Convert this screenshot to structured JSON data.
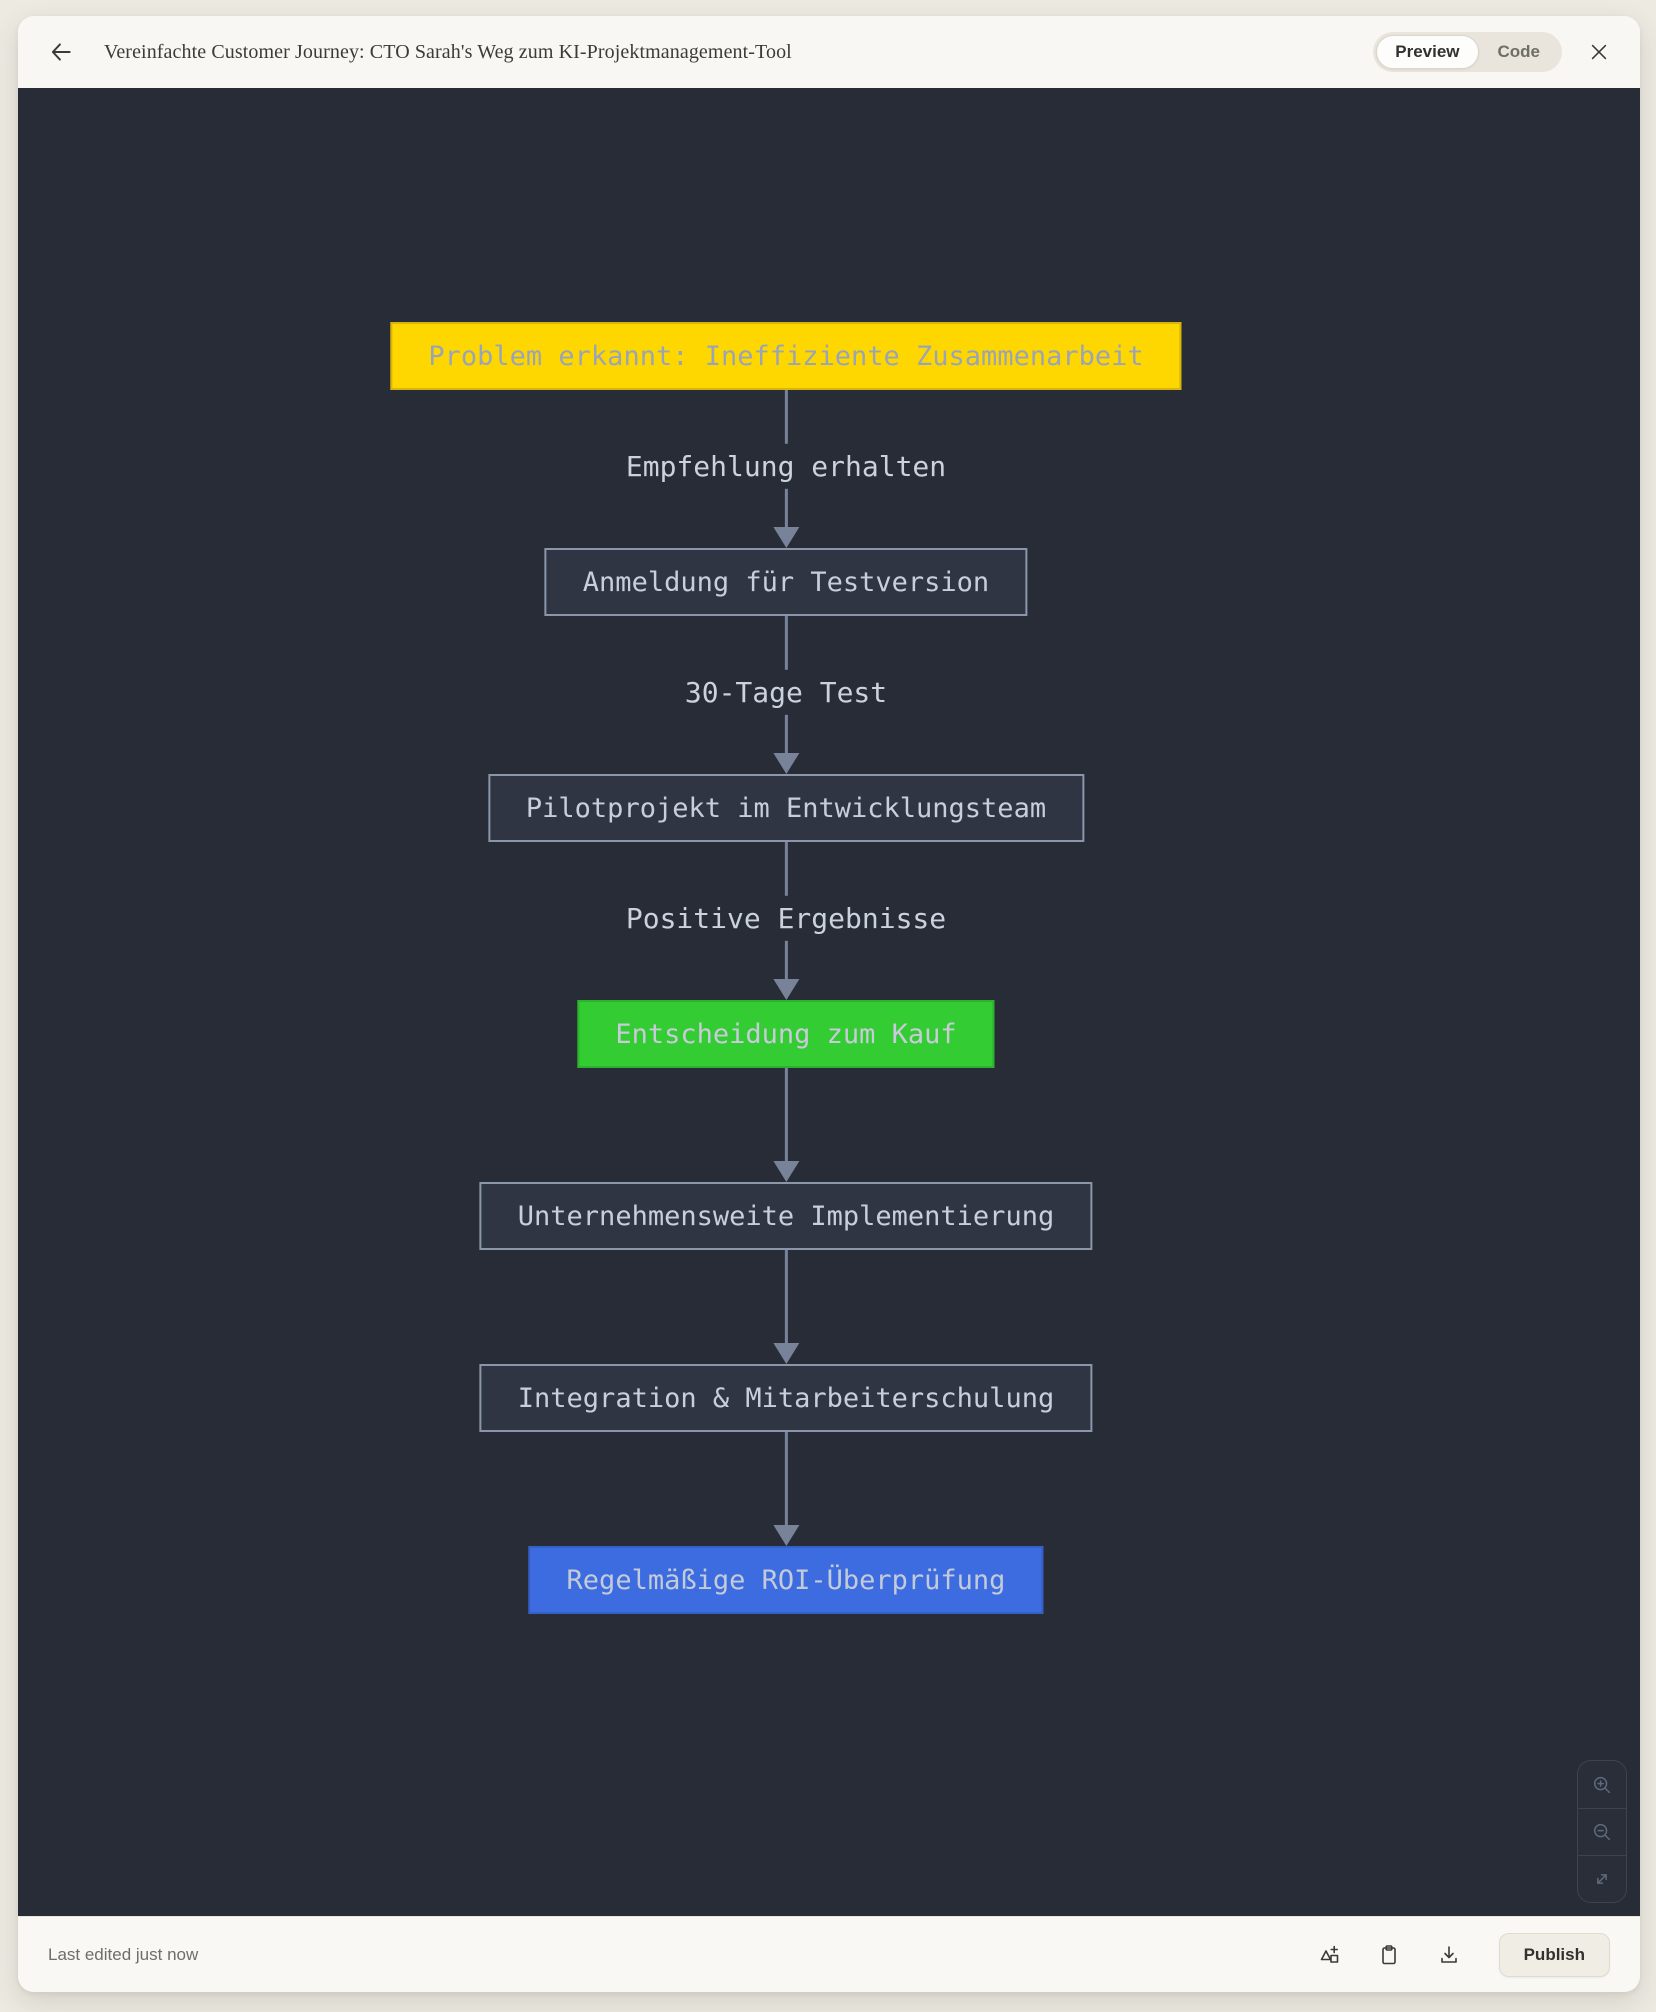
{
  "header": {
    "title": "Vereinfachte Customer Journey: CTO Sarah's Weg zum KI-Projektmanagement-Tool",
    "tabs": [
      {
        "label": "Preview",
        "active": true
      },
      {
        "label": "Code",
        "active": false
      }
    ]
  },
  "diagram": {
    "nodes": [
      {
        "label": "Problem erkannt: Ineffiziente Zusammenarbeit",
        "fill": "#FFD700",
        "text_color": "#9aa4b8"
      },
      {
        "label": "Anmeldung für Testversion",
        "fill": "#2f3542",
        "text_color": "#c9cfda"
      },
      {
        "label": "Pilotprojekt im Entwicklungsteam",
        "fill": "#2f3542",
        "text_color": "#c9cfda"
      },
      {
        "label": "Entscheidung zum Kauf",
        "fill": "#33CC33",
        "text_color": "#cacada"
      },
      {
        "label": "Unternehmensweite Implementierung",
        "fill": "#2f3542",
        "text_color": "#c9cfda"
      },
      {
        "label": "Integration & Mitarbeiterschulung",
        "fill": "#2f3542",
        "text_color": "#c9cfda"
      },
      {
        "label": "Regelmäßige ROI-Überprüfung",
        "fill": "#3D6CE0",
        "text_color": "#c3cbd8"
      }
    ],
    "edges": [
      {
        "label": "Empfehlung erhalten"
      },
      {
        "label": "30-Tage Test"
      },
      {
        "label": "Positive Ergebnisse"
      },
      {
        "label": ""
      },
      {
        "label": ""
      },
      {
        "label": ""
      }
    ],
    "colors": {
      "canvas_bg": "#272c37",
      "node_default_fill": "#2f3542",
      "node_border": "#8b96aa",
      "arrow": "#78839a",
      "edge_label_text": "#ccd2dd"
    }
  },
  "zoom_controls": {
    "icons": [
      "zoom-in-icon",
      "zoom-out-icon",
      "expand-icon"
    ]
  },
  "footer": {
    "status": "Last edited just now",
    "icons": [
      "shapes-add-icon",
      "clipboard-icon",
      "download-icon"
    ],
    "publish_label": "Publish"
  },
  "chrome_colors": {
    "outer_bg": "#edeae2",
    "bar_bg": "#f8f7f3",
    "accent_text": "#32312d",
    "muted_text": "#6f6e66"
  }
}
